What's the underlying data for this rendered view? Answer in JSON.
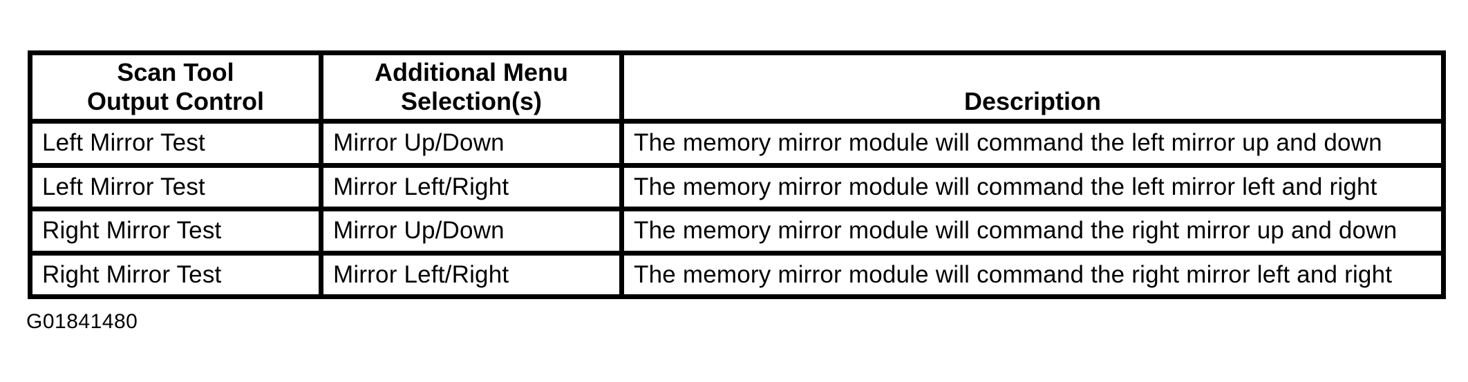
{
  "colors": {
    "ink": "#000000",
    "background": "#ffffff"
  },
  "table": {
    "columns": [
      {
        "header_line1": "Scan Tool",
        "header_line2": "Output Control"
      },
      {
        "header_line1": "Additional Menu",
        "header_line2": "Selection(s)"
      },
      {
        "header_line1": "",
        "header_line2": "Description"
      }
    ],
    "rows": [
      {
        "output_control": "Left Mirror Test",
        "menu_selection": "Mirror Up/Down",
        "description": "The memory mirror module will command the left mirror up and down"
      },
      {
        "output_control": "Left Mirror Test",
        "menu_selection": "Mirror Left/Right",
        "description": "The memory mirror module will command the left mirror left and right"
      },
      {
        "output_control": "Right Mirror Test",
        "menu_selection": "Mirror Up/Down",
        "description": "The memory mirror module will command the right mirror up and down"
      },
      {
        "output_control": "Right Mirror Test",
        "menu_selection": "Mirror Left/Right",
        "description": "The memory mirror module will command the right mirror left and right"
      }
    ]
  },
  "figure_id": "G01841480"
}
